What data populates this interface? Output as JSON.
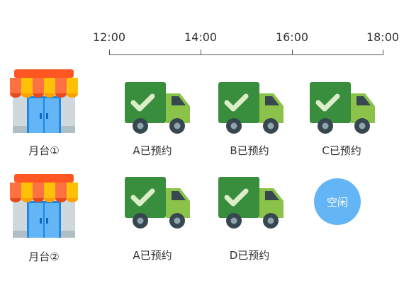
{
  "timeline": {
    "ticks": [
      "12:00",
      "14:00",
      "16:00",
      "18:00"
    ]
  },
  "docks": [
    {
      "label": "月台①",
      "slots": [
        {
          "status": "booked",
          "label": "A已预约"
        },
        {
          "status": "booked",
          "label": "B已预约"
        },
        {
          "status": "booked",
          "label": "C已预约"
        }
      ]
    },
    {
      "label": "月台②",
      "slots": [
        {
          "status": "booked",
          "label": "A已预约"
        },
        {
          "status": "booked",
          "label": "D已预约"
        },
        {
          "status": "idle",
          "label": "空闲"
        }
      ]
    }
  ],
  "icons": {
    "store": "storefront-icon",
    "truck": "delivery-truck-check-icon"
  },
  "colors": {
    "truck_cargo": "#388e3c",
    "truck_cab": "#8bc34a",
    "check": "#dcedc8",
    "wheel": "#455a64",
    "awning_orange": "#ff7043",
    "awning_yellow": "#ffc107",
    "door": "#64b5f6",
    "idle_badge": "#64b5f6"
  }
}
